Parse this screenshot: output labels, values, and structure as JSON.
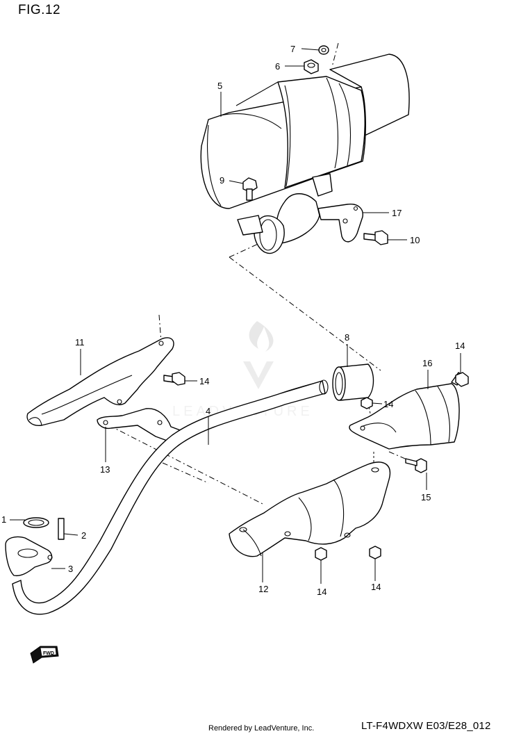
{
  "figure": {
    "title": "FIG.12"
  },
  "callouts": [
    {
      "id": "1",
      "label": "1"
    },
    {
      "id": "2",
      "label": "2"
    },
    {
      "id": "3",
      "label": "3"
    },
    {
      "id": "4",
      "label": "4"
    },
    {
      "id": "5",
      "label": "5"
    },
    {
      "id": "6",
      "label": "6"
    },
    {
      "id": "7",
      "label": "7"
    },
    {
      "id": "8",
      "label": "8"
    },
    {
      "id": "9",
      "label": "9"
    },
    {
      "id": "10",
      "label": "10"
    },
    {
      "id": "11",
      "label": "11"
    },
    {
      "id": "12",
      "label": "12"
    },
    {
      "id": "13",
      "label": "13"
    },
    {
      "id": "14a",
      "label": "14"
    },
    {
      "id": "14b",
      "label": "14"
    },
    {
      "id": "14c",
      "label": "14"
    },
    {
      "id": "14d",
      "label": "14"
    },
    {
      "id": "14e",
      "label": "14"
    },
    {
      "id": "15",
      "label": "15"
    },
    {
      "id": "16",
      "label": "16"
    },
    {
      "id": "17",
      "label": "17"
    }
  ],
  "watermark": {
    "text": "LEADVENTURE"
  },
  "footer": {
    "rendered_by": "Rendered by LeadVenture, Inc.",
    "model_code": "LT-F4WDXW E03/E28_012"
  },
  "fwd_marker": {
    "label": "FWD",
    "icon": "fwd-arrow-icon"
  }
}
